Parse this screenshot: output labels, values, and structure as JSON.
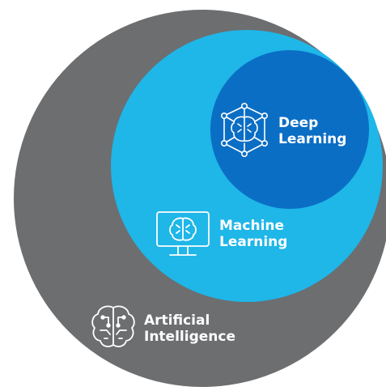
{
  "circles": [
    {
      "key": "ai",
      "color": "#6d6e70",
      "label_lines": [
        "Artificial",
        "Intelligence"
      ],
      "icon": "brain-circuit-icon"
    },
    {
      "key": "ml",
      "color": "#1fb6e8",
      "label_lines": [
        "Machine",
        "Learning"
      ],
      "icon": "monitor-brain-icon"
    },
    {
      "key": "dl",
      "color": "#0b6ec5",
      "label_lines": [
        "Deep",
        "Learning"
      ],
      "icon": "neural-network-brain-icon"
    }
  ],
  "text_color": "#ffffff"
}
